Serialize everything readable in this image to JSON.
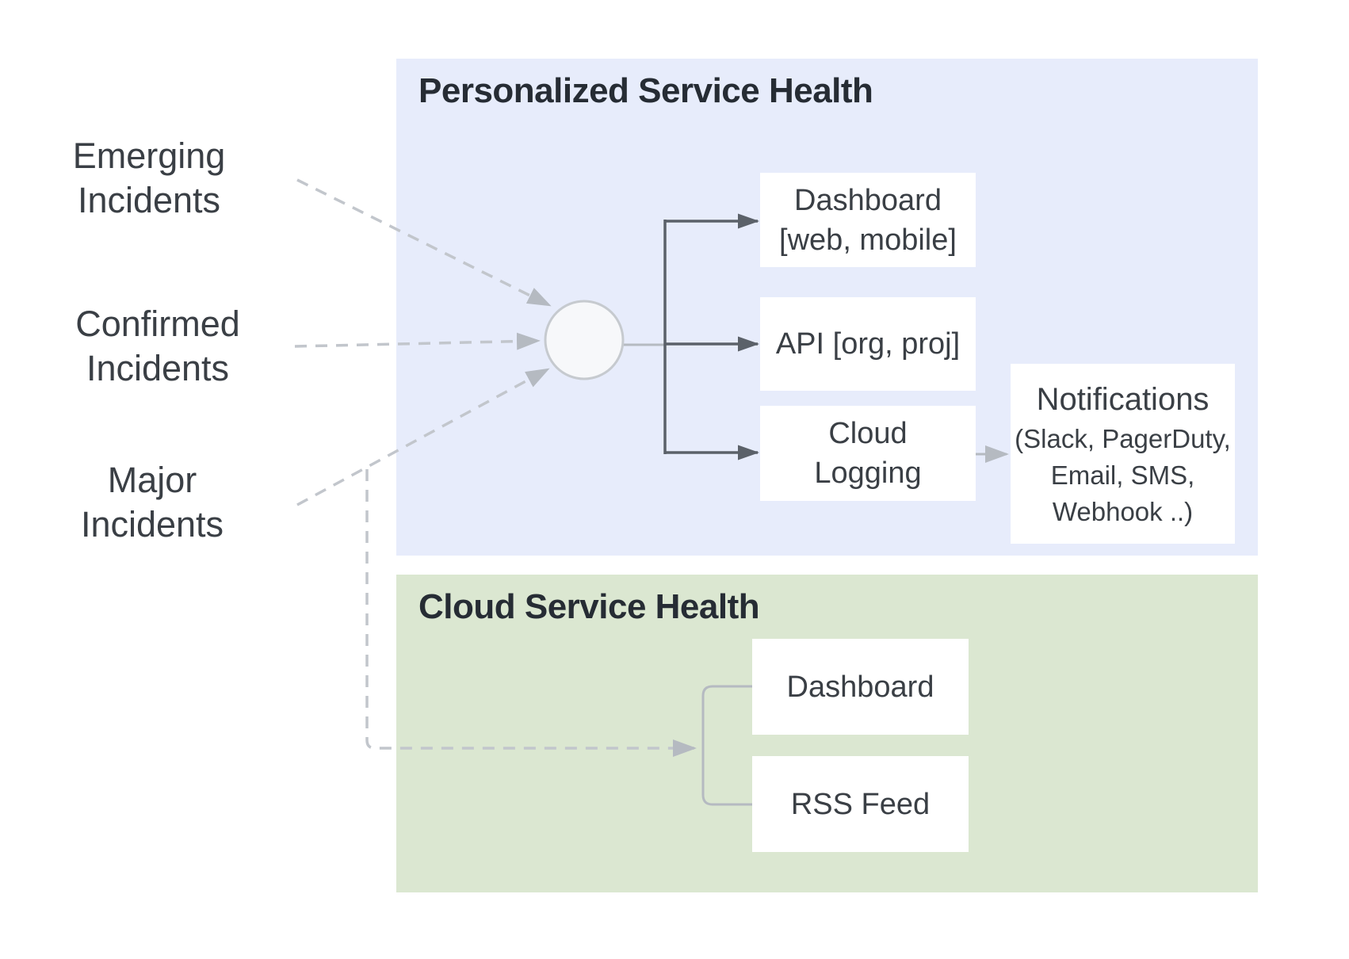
{
  "inputs": {
    "emerging": {
      "label": "Emerging\nIncidents"
    },
    "confirmed": {
      "label": "Confirmed\nIncidents"
    },
    "major": {
      "label": "Major\nIncidents"
    }
  },
  "personalized_panel": {
    "title": "Personalized Service Health",
    "nodes": {
      "dashboard": {
        "line1": "Dashboard",
        "line2": "[web, mobile]"
      },
      "api": {
        "line1": "API [org, proj]"
      },
      "cloud_logging": {
        "line1": "Cloud",
        "line2": "Logging"
      },
      "notifications": {
        "title": "Notifications",
        "sub1": "(Slack, PagerDuty,",
        "sub2": "Email, SMS,",
        "sub3": "Webhook ..)"
      }
    }
  },
  "cloud_panel": {
    "title": "Cloud Service Health",
    "nodes": {
      "dashboard": {
        "label": "Dashboard"
      },
      "rss": {
        "label": "RSS Feed"
      }
    }
  },
  "colors": {
    "blue_panel": "#e7ecfb",
    "green_panel": "#dbe7d1",
    "node_bg": "#ffffff",
    "title_text": "#262c34",
    "body_text": "#3a3f45",
    "wire_dark": "#5b6169",
    "wire_light": "#b5bac1",
    "dashed_line": "#c2c6cc",
    "hub_fill": "#f7f8fa",
    "hub_stroke": "#c6cacf"
  }
}
